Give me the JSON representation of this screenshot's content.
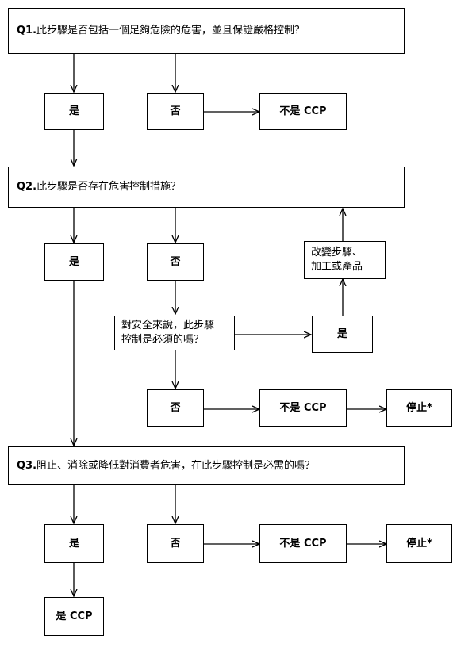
{
  "q1": {
    "label": "Q1.",
    "text": " 此步驟是否包括一個足夠危險的危害，並且保證嚴格控制？"
  },
  "q2": {
    "label": "Q2.",
    "text": " 此步驟是否存在危害控制措施？"
  },
  "q3": {
    "label": "Q3.",
    "text": " 阻止、消除或降低對消費者危害，在此步驟控制是必需的嗎？"
  },
  "yes": "是",
  "no": "否",
  "not_ccp": "不是 CCP",
  "is_ccp": "是 CCP",
  "stop": "停止*",
  "safety_q": {
    "line1": "對安全來說，此步驟",
    "line2": "控制是必須的嗎？"
  },
  "modify": {
    "line1": "改變步驟、",
    "line2": "加工或產品"
  }
}
